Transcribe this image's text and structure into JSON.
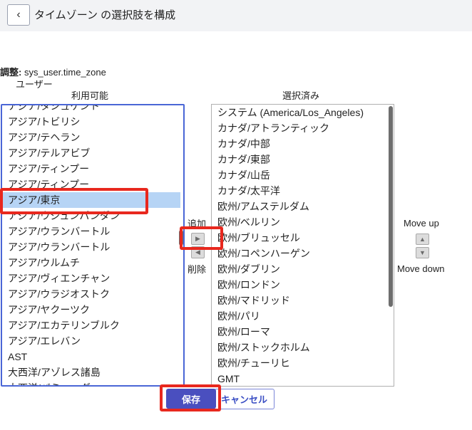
{
  "header": {
    "title": "タイムゾーン の選択肢を構成",
    "back_icon": "chevron-left-icon"
  },
  "adjust": {
    "label": "調整:",
    "value": "sys_user.time_zone"
  },
  "user_label": "ユーザー",
  "available": {
    "label": "利用可能",
    "items": [
      "アジア/タシュケント",
      "アジア/トビリシ",
      "アジア/テヘラン",
      "アジア/テルアビブ",
      "アジア/ティンプー",
      "アジア/ティンプー",
      "アジア/東京",
      "アジア/ウジュンパンダン",
      "アジア/ウランバートル",
      "アジア/ウランバートル",
      "アジア/ウルムチ",
      "アジア/ヴィエンチャン",
      "アジア/ウラジオストク",
      "アジア/ヤクーツク",
      "アジア/エカテリンブルク",
      "アジア/エレバン",
      "AST",
      "大西洋/アゾレス諸島",
      "大西洋/バミューダ"
    ],
    "selected_item": "アジア/東京"
  },
  "selected": {
    "label": "選択済み",
    "items": [
      "システム (America/Los_Angeles)",
      "カナダ/アトランティック",
      "カナダ/中部",
      "カナダ/東部",
      "カナダ/山岳",
      "カナダ/太平洋",
      "欧州/アムステルダム",
      "欧州/ベルリン",
      "欧州/ブリュッセル",
      "欧州/コペンハーゲン",
      "欧州/ダブリン",
      "欧州/ロンドン",
      "欧州/マドリッド",
      "欧州/パリ",
      "欧州/ローマ",
      "欧州/ストックホルム",
      "欧州/チューリヒ",
      "GMT"
    ]
  },
  "controls": {
    "add_label": "追加",
    "remove_label": "削除",
    "add_icon": "arrow-right-icon",
    "remove_icon": "arrow-left-icon",
    "move_up_label": "Move up",
    "move_down_label": "Move down",
    "move_up_icon": "arrow-up-icon",
    "move_down_icon": "arrow-down-icon"
  },
  "buttons": {
    "save": "保存",
    "cancel": "キャンセル"
  },
  "colors": {
    "primary": "#4a4fbf",
    "highlight": "#e8281e",
    "selection": "#b6d4f5",
    "focus_border": "#4a66d6"
  }
}
